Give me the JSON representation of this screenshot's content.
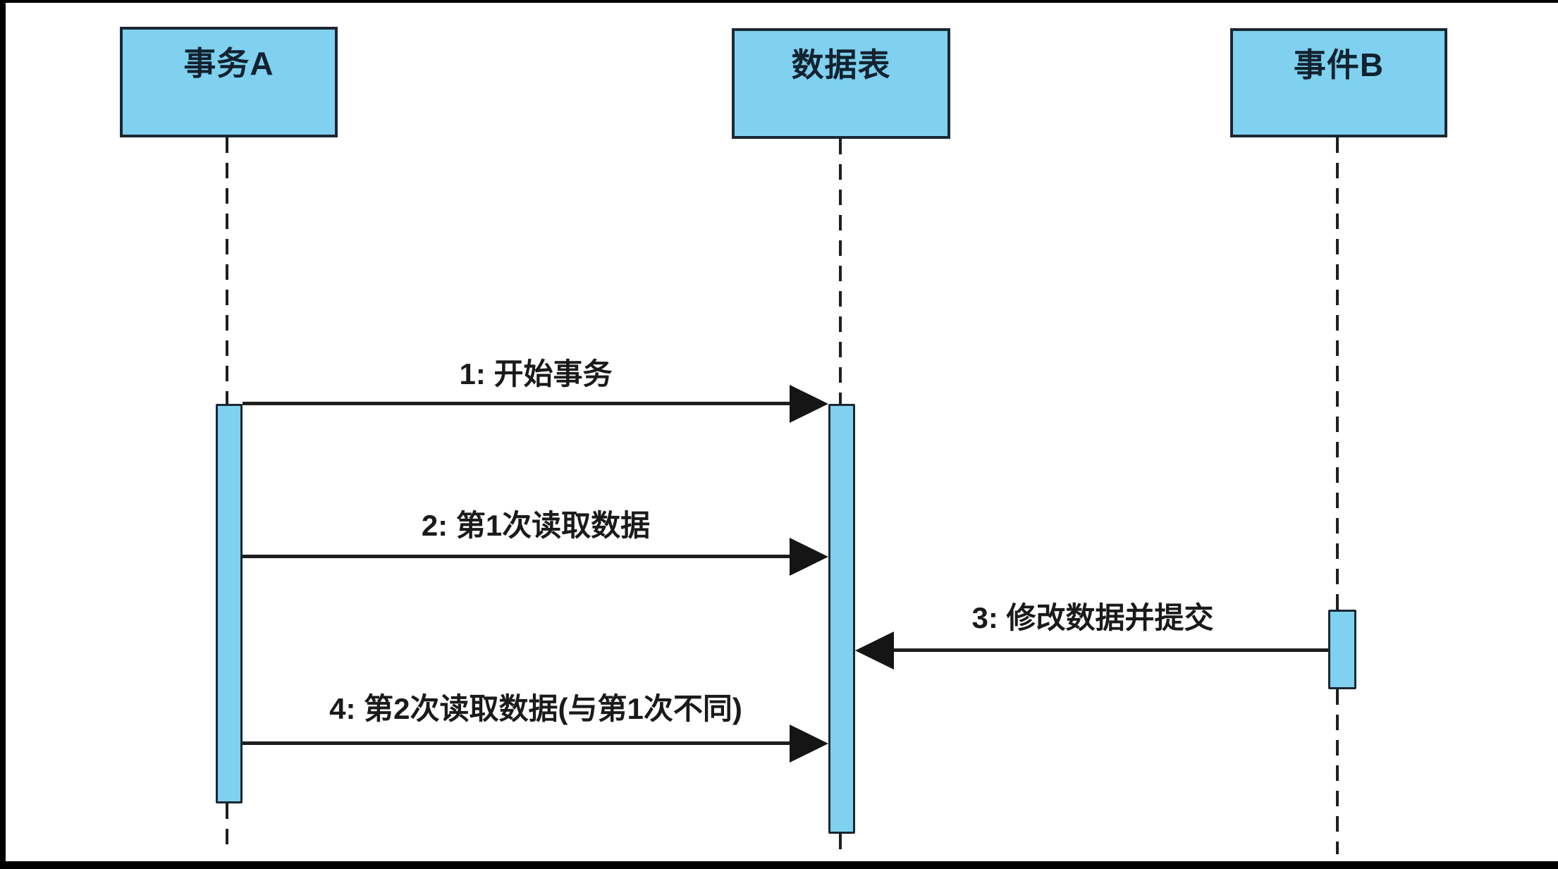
{
  "diagram": {
    "type": "uml-sequence",
    "colors": {
      "actor_fill": "#7fd1ef",
      "actor_border": "#1b2733",
      "line": "#1f1f1f",
      "background": "#ffffff"
    },
    "actors": [
      {
        "id": "transaction-a",
        "label": "事务A"
      },
      {
        "id": "data-table",
        "label": "数据表"
      },
      {
        "id": "event-b",
        "label": "事件B"
      }
    ],
    "messages": [
      {
        "seq": 1,
        "label": "1: 开始事务",
        "from": "transaction-a",
        "to": "data-table",
        "direction": "right"
      },
      {
        "seq": 2,
        "label": "2: 第1次读取数据",
        "from": "transaction-a",
        "to": "data-table",
        "direction": "right"
      },
      {
        "seq": 3,
        "label": "3: 修改数据并提交",
        "from": "event-b",
        "to": "data-table",
        "direction": "left"
      },
      {
        "seq": 4,
        "label": "4: 第2次读取数据(与第1次不同)",
        "from": "transaction-a",
        "to": "data-table",
        "direction": "right"
      }
    ]
  }
}
